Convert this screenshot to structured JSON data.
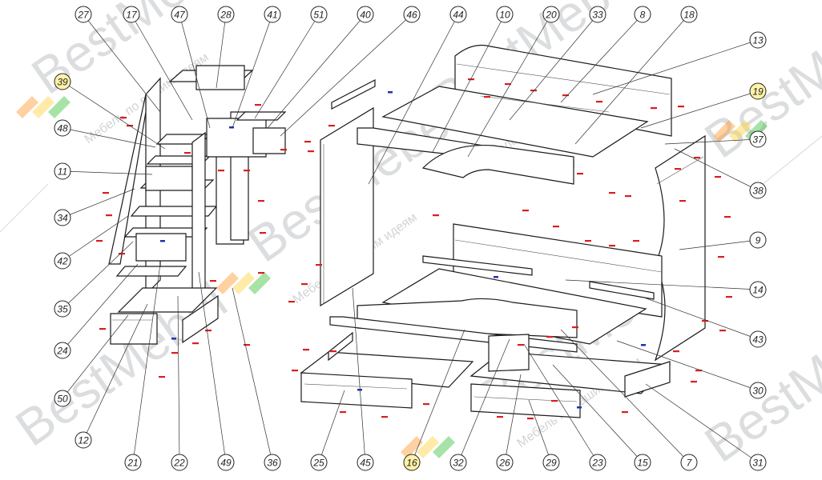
{
  "watermark": {
    "brand": "BestMebel",
    "tagline": "Мебель по вашим идеям",
    "colors": [
      "#ff9a2e",
      "#ffd23c",
      "#3cc23c"
    ]
  },
  "colors": {
    "outline": "#1a1a1a",
    "marker_red": "#d62020",
    "marker_blue": "#2233aa",
    "highlight": "#fff2a8"
  },
  "callouts": [
    {
      "id": "27"
    },
    {
      "id": "17"
    },
    {
      "id": "47"
    },
    {
      "id": "28"
    },
    {
      "id": "41"
    },
    {
      "id": "51"
    },
    {
      "id": "40"
    },
    {
      "id": "46"
    },
    {
      "id": "44"
    },
    {
      "id": "10"
    },
    {
      "id": "20"
    },
    {
      "id": "33"
    },
    {
      "id": "8"
    },
    {
      "id": "18"
    },
    {
      "id": "13"
    },
    {
      "id": "19",
      "highlight": true
    },
    {
      "id": "37"
    },
    {
      "id": "38"
    },
    {
      "id": "9"
    },
    {
      "id": "14"
    },
    {
      "id": "43"
    },
    {
      "id": "30"
    },
    {
      "id": "31"
    },
    {
      "id": "7"
    },
    {
      "id": "15"
    },
    {
      "id": "23"
    },
    {
      "id": "29"
    },
    {
      "id": "26"
    },
    {
      "id": "32"
    },
    {
      "id": "16",
      "highlight": true
    },
    {
      "id": "45"
    },
    {
      "id": "25"
    },
    {
      "id": "36"
    },
    {
      "id": "49"
    },
    {
      "id": "22"
    },
    {
      "id": "21"
    },
    {
      "id": "12"
    },
    {
      "id": "50"
    },
    {
      "id": "24"
    },
    {
      "id": "35"
    },
    {
      "id": "42"
    },
    {
      "id": "34"
    },
    {
      "id": "11"
    },
    {
      "id": "48"
    },
    {
      "id": "39",
      "highlight": true
    }
  ]
}
